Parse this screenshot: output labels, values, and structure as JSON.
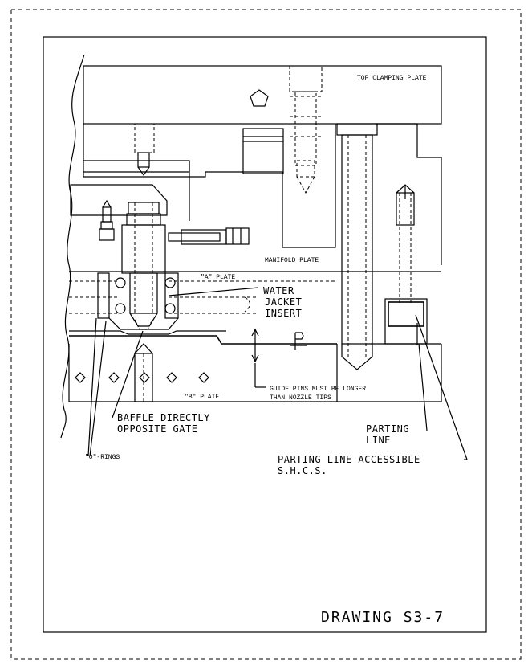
{
  "labels": {
    "top_clamping_plate": "TOP CLAMPING PLATE",
    "manifold_plate": "MANIFOLD PLATE",
    "a_plate": "\"A\" PLATE",
    "water": "WATER",
    "jacket": "JACKET",
    "insert": "INSERT",
    "guide_pins_1": "GUIDE PINS MUST BE LONGER",
    "guide_pins_2": "THAN NOZZLE TIPS",
    "b_plate": "\"B\" PLATE",
    "baffle_1": "BAFFLE DIRECTLY",
    "baffle_2": "OPPOSITE GATE",
    "parting_1": "PARTING",
    "parting_2": "LINE",
    "o_rings": "\"O\"-RINGS",
    "accessible_1": "PARTING LINE ACCESSIBLE",
    "accessible_2": "S.H.C.S.",
    "drawing_title": "DRAWING S3-7"
  }
}
